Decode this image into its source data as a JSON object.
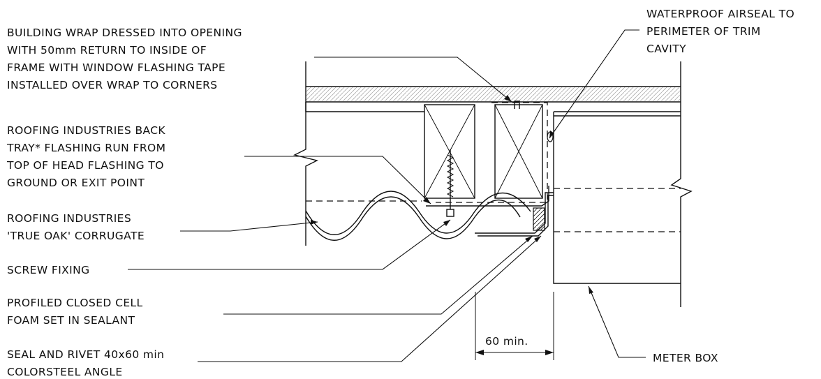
{
  "labels": {
    "building_wrap": [
      "BUILDING WRAP DRESSED INTO OPENING",
      "WITH 50mm RETURN TO INSIDE OF",
      "FRAME WITH WINDOW  FLASHING TAPE",
      "INSTALLED OVER WRAP TO CORNERS"
    ],
    "waterproof_airseal": [
      "WATERPROOF AIRSEAL TO",
      "PERIMETER OF TRIM",
      "CAVITY"
    ],
    "back_tray": [
      "ROOFING INDUSTRIES BACK",
      "TRAY* FLASHING RUN FROM",
      "TOP OF HEAD FLASHING TO",
      "GROUND OR EXIT POINT"
    ],
    "corrugate": [
      "ROOFING INDUSTRIES",
      "'TRUE OAK' CORRUGATE"
    ],
    "screw_fixing": "SCREW FIXING",
    "foam": [
      "PROFILED CLOSED CELL",
      "FOAM SET IN SEALANT"
    ],
    "angle": [
      "SEAL AND RIVET 40x60 min",
      "COLORSTEEL ANGLE"
    ],
    "meter_box": "METER BOX",
    "dimension": "60 min."
  }
}
